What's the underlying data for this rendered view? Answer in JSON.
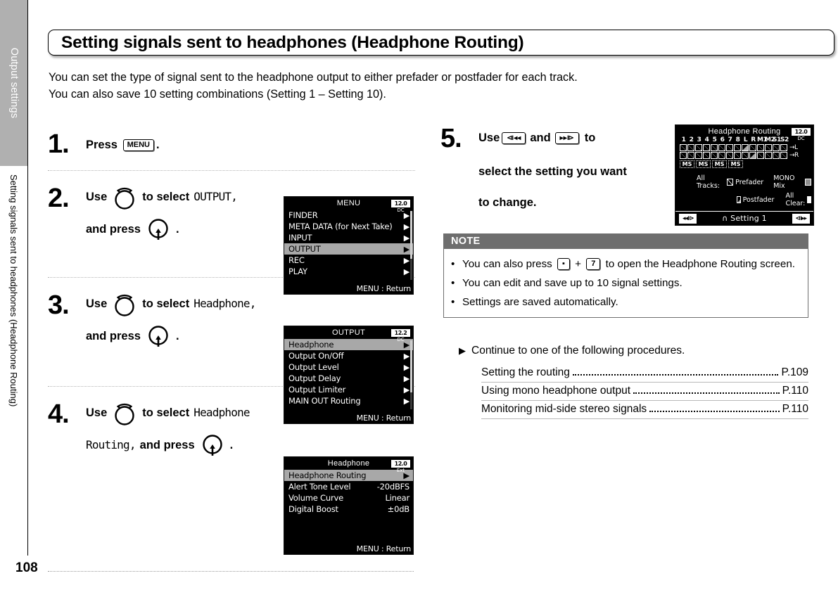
{
  "sidebar": {
    "tab_label": "Output settings",
    "chapter_label": "Setting signals sent to headphones (Headphone Routing)"
  },
  "page": {
    "number": "108"
  },
  "title": "Setting signals sent to headphones (Headphone Routing)",
  "intro": {
    "line1": "You can set the type of signal sent to the headphone output to either prefader or postfader for each track.",
    "line2": "You can also save 10 setting combinations (Setting 1 – Setting 10)."
  },
  "steps": {
    "step1": {
      "num": "1.",
      "press": "Press",
      "key": "MENU",
      "period": "."
    },
    "step2": {
      "num": "2.",
      "use": "Use",
      "to_select": "to select",
      "target": "OUTPUT,",
      "and_press": "and press",
      "period": "."
    },
    "step3": {
      "num": "3.",
      "use": "Use",
      "to_select": "to select",
      "target": "Headphone,",
      "and_press": "and press",
      "period": "."
    },
    "step4": {
      "num": "4.",
      "use": "Use",
      "to_select": "to select",
      "target": "Headphone",
      "target2": "Routing,",
      "and_press": "and press",
      "period": "."
    },
    "step5": {
      "num": "5.",
      "use": "Use",
      "key_prev": "⧏◂◂",
      "and": "and",
      "key_next": "▸▸⧐",
      "to": "to",
      "line2": "select the setting you want",
      "line3": "to change."
    }
  },
  "screens": {
    "menu": {
      "title": "MENU",
      "battery": "12.0",
      "battery_sub": "DC",
      "footer": "MENU : Return",
      "rows": [
        {
          "label": "FINDER",
          "arrow": "▶",
          "selected": false
        },
        {
          "label": "META DATA (for Next Take)",
          "arrow": "▶",
          "selected": false
        },
        {
          "label": "INPUT",
          "arrow": "▶",
          "selected": false
        },
        {
          "label": "OUTPUT",
          "arrow": "▶",
          "selected": true
        },
        {
          "label": "REC",
          "arrow": "▶",
          "selected": false
        },
        {
          "label": "PLAY",
          "arrow": "▶",
          "selected": false
        }
      ]
    },
    "output": {
      "title": "OUTPUT",
      "battery": "12.2",
      "battery_sub": "DC",
      "footer": "MENU : Return",
      "rows": [
        {
          "label": "Headphone",
          "arrow": "▶",
          "selected": true
        },
        {
          "label": "Output On/Off",
          "arrow": "▶",
          "selected": false
        },
        {
          "label": "Output Level",
          "arrow": "▶",
          "selected": false
        },
        {
          "label": "Output Delay",
          "arrow": "▶",
          "selected": false
        },
        {
          "label": "Output Limiter",
          "arrow": "▶",
          "selected": false
        },
        {
          "label": "MAIN OUT Routing",
          "arrow": "▶",
          "selected": false
        }
      ]
    },
    "headphone": {
      "title": "Headphone",
      "battery": "12.0",
      "battery_sub": "Ext",
      "footer": "MENU : Return",
      "rows": [
        {
          "label": "Headphone Routing",
          "value": "▶",
          "selected": true
        },
        {
          "label": "Alert Tone Level",
          "value": "-20dBFS",
          "selected": false
        },
        {
          "label": "Volume Curve",
          "value": "Linear",
          "selected": false
        },
        {
          "label": "Digital Boost",
          "value": "±0dB",
          "selected": false
        }
      ]
    },
    "routing": {
      "title": "Headphone Routing",
      "battery": "12.0",
      "battery_sub": "DC",
      "columns": [
        "1",
        "2",
        "3",
        "4",
        "5",
        "6",
        "7",
        "8",
        "L",
        "R",
        "M1",
        "M2",
        "S1",
        "S2"
      ],
      "row_l_out": "→L",
      "row_r_out": "→R",
      "row_l_states": [
        "pre",
        "pre",
        "pre",
        "pre",
        "pre",
        "pre",
        "pre",
        "pre",
        "post",
        "pre",
        "pre",
        "pre",
        "pre",
        "pre"
      ],
      "row_r_states": [
        "pre",
        "pre",
        "pre",
        "pre",
        "pre",
        "pre",
        "pre",
        "pre",
        "pre",
        "post",
        "pre",
        "pre",
        "pre",
        "pre"
      ],
      "ms_labels": [
        "MS",
        "MS",
        "MS",
        "MS"
      ],
      "all_tracks_label": "All Tracks:",
      "prefader_label": "Prefader",
      "postfader_label": "Postfader",
      "mono_mix_label": "MONO Mix",
      "all_clear_label": "All Clear:",
      "nav_prev": "◂◂⧐",
      "nav_next": "⧏▸▸",
      "headphone_icon": "∩",
      "setting_label": "Setting 1"
    }
  },
  "note": {
    "heading": "NOTE",
    "items": [
      {
        "pre": "You can also press",
        "key1": "▪",
        "plus": "+",
        "key2": "7",
        "post": "to open the Headphone Routing screen."
      },
      {
        "text": "You can edit and save up to 10 signal settings."
      },
      {
        "text": "Settings are saved automatically."
      }
    ]
  },
  "continue": {
    "heading": "Continue to one of the following procedures.",
    "triangle": "▶",
    "rows": [
      {
        "label": "Setting the routing",
        "page": "P.109"
      },
      {
        "label": "Using mono headphone output",
        "page": "P.110"
      },
      {
        "label": "Monitoring mid-side stereo signals",
        "page": "P.110"
      }
    ]
  }
}
